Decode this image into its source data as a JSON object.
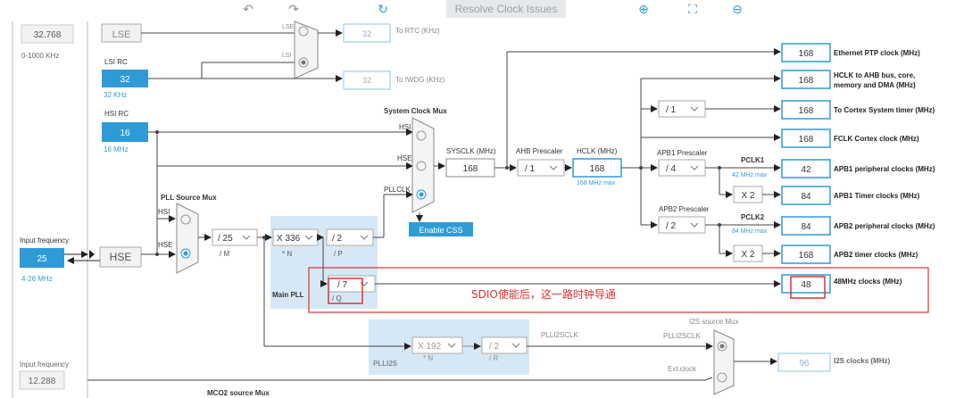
{
  "toolbar": {
    "resolve_label": "Resolve Clock Issues",
    "icons": [
      "undo-icon",
      "redo-icon",
      "refresh-icon",
      "zoom-in-icon",
      "fit-icon",
      "zoom-out-icon"
    ]
  },
  "left": {
    "lse_value": "32.768",
    "lse_range": "0-1000 KHz",
    "lse_label": "LSE",
    "lsirc_title": "LSI RC",
    "lsirc_value": "32",
    "lsirc_unit": "32 KHz",
    "hsirc_title": "HSI RC",
    "hsirc_value": "16",
    "hsirc_unit": "16 MHz",
    "input_freq_label": "Input frequency",
    "hse_value": "25",
    "hse_range": "4-26 MHz",
    "hse_label": "HSE",
    "input_freq2_label": "Input frequency",
    "i2s_value": "12.288"
  },
  "rtc": {
    "mux_lse": "LSE",
    "mux_lsi": "LSI",
    "rtc_value": "32",
    "rtc_label": "To RTC (KHz)",
    "iwdg_value": "32",
    "iwdg_label": "To IWDG (KHz)"
  },
  "pll": {
    "source_mux_title": "PLL Source Mux",
    "hsi": "HSI",
    "hse": "HSE",
    "m_div": "/ 25",
    "m_label": "/ M",
    "n_mul": "X 336",
    "n_label": "* N",
    "p_div": "/ 2",
    "p_label": "/ P",
    "q_div": "/ 7",
    "q_label": "/ Q",
    "main_pll": "Main PLL"
  },
  "sysmux": {
    "title": "System Clock Mux",
    "hsi": "HSI",
    "hse": "HSE",
    "pllclk": "PLLCLK",
    "enable_css": "Enable CSS"
  },
  "sys": {
    "sysclk_label": "SYSCLK (MHz)",
    "sysclk_value": "168",
    "ahb_label": "AHB Prescaler",
    "ahb_div": "/ 1",
    "hclk_label": "HCLK (MHz)",
    "hclk_value": "168",
    "hclk_max": "168 MHz max"
  },
  "apb": {
    "apb1_label": "APB1 Prescaler",
    "apb1_div": "/ 4",
    "pclk1": "PCLK1",
    "pclk1_max": "42 MHz max",
    "apb2_label": "APB2 Prescaler",
    "apb2_div": "/ 2",
    "pclk2": "PCLK2",
    "pclk2_max": "84 MHz max",
    "x2a": "X 2",
    "x2b": "X 2",
    "cortex_div": "/ 1"
  },
  "outputs": [
    {
      "value": "168",
      "label": "Ethernet PTP clock (MHz)"
    },
    {
      "value": "168",
      "label": "HCLK to AHB bus, core,"
    },
    {
      "value": "168",
      "label": "To Cortex System timer (MHz)"
    },
    {
      "value": "168",
      "label": "FCLK Cortex clock (MHz)"
    },
    {
      "value": "42",
      "label": "APB1 peripheral clocks (MHz)"
    },
    {
      "value": "84",
      "label": "APB1 Timer clocks (MHz)"
    },
    {
      "value": "84",
      "label": "APB2 peripheral clocks (MHz)"
    },
    {
      "value": "168",
      "label": "APB2 timer clocks (MHz)"
    },
    {
      "value": "48",
      "label": "48MHz clocks (MHz)"
    }
  ],
  "hclk_label_line2": "memory and DMA (MHz)",
  "annotation": "SDIO使能后，这一路时钟导通",
  "plli2s": {
    "n_mul": "X 192",
    "n_label": "* N",
    "r_div": "/ 2",
    "r_label": "/ R",
    "title": "PLLI2S",
    "clk_label": "PLLI2SCLK"
  },
  "i2s": {
    "mux_title": "I2S source Mux",
    "plli2sclk": "PLLI2SCLK",
    "ext_clock": "Ext.clock",
    "value": "96",
    "label": "I2S clocks (MHz)"
  },
  "mco2": {
    "title": "MCO2 source Mux"
  },
  "colors": {
    "accent": "#2f9bd6",
    "red": "#e03030",
    "shade": "#d6e8f6"
  }
}
